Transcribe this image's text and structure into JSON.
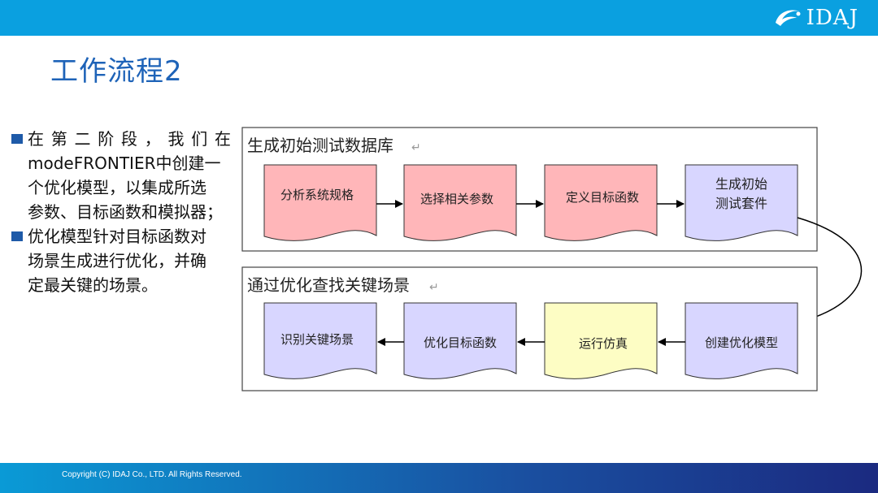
{
  "header": {
    "brand": "IDAJ",
    "bar_color": "#0aa0e0"
  },
  "slide": {
    "title": "工作流程2",
    "bullets": [
      [
        "在 第 二 阶 段 ， 我 们 在",
        "modeFRONTIER中创建一",
        "个优化模型，以集成所选",
        "参数、目标函数和模拟器；"
      ],
      [
        "优化模型针对目标函数对",
        "场景生成进行优化，并确",
        "定最关键的场景。"
      ]
    ]
  },
  "diagram": {
    "stage1": {
      "label": "生成初始测试数据库",
      "steps": [
        "分析系统规格",
        "选择相关参数",
        "定义目标函数",
        "生成初始测试套件"
      ]
    },
    "stage2": {
      "label": "通过优化查找关键场景",
      "steps": [
        "识别关键场景",
        "优化目标函数",
        "运行仿真",
        "创建优化模型"
      ]
    },
    "return_mark": "↵",
    "colors": {
      "pink": "#ffb6b9",
      "lavender": "#d8d6ff",
      "yellow": "#fdfdc4",
      "stroke": "#333333"
    }
  },
  "footer": {
    "copyright": "Copyright (C)  IDAJ Co., LTD. All Rights Reserved."
  }
}
